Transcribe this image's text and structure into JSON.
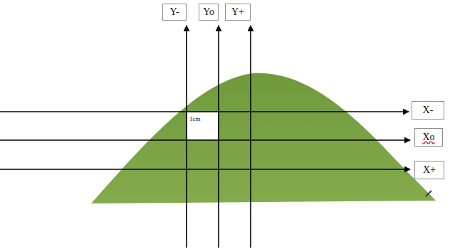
{
  "diagram": {
    "nodes": [
      {
        "text": [
          "Y-"
        ]
      },
      {
        "text": [
          "Yo"
        ]
      },
      {
        "text": [
          "Y+"
        ]
      },
      {
        "text": [
          "X-"
        ]
      },
      {
        "text": [
          "1cm"
        ]
      },
      {
        "text": [
          "Xo"
        ]
      },
      {
        "text": [
          "X+"
        ]
      }
    ]
  }
}
